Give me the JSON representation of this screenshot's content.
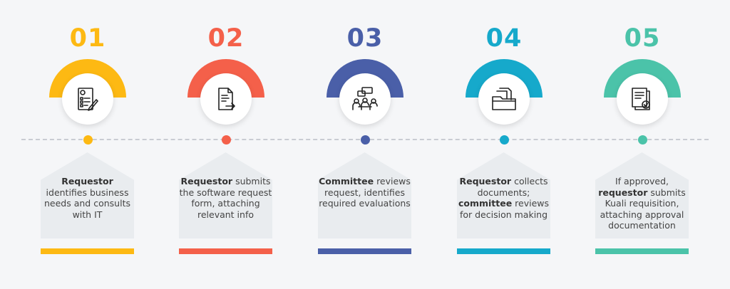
{
  "steps": [
    {
      "number": "01",
      "color": "#fdb913",
      "icon": "checklist-gear-pencil-icon",
      "desc": [
        {
          "text": "Requestor",
          "bold": true
        },
        {
          "text": " identifies business needs and consults with IT",
          "bold": false
        }
      ]
    },
    {
      "number": "02",
      "color": "#f4604a",
      "icon": "document-arrow-icon",
      "desc": [
        {
          "text": "Requestor",
          "bold": true
        },
        {
          "text": " submits the software request form, attaching relevant info",
          "bold": false
        }
      ]
    },
    {
      "number": "03",
      "color": "#4a5fa8",
      "icon": "meeting-chat-icon",
      "desc": [
        {
          "text": "Committee",
          "bold": true
        },
        {
          "text": " reviews request, identifies required evaluations",
          "bold": false
        }
      ]
    },
    {
      "number": "04",
      "color": "#16a9cb",
      "icon": "folder-documents-icon",
      "desc": [
        {
          "text": "Requestor",
          "bold": true
        },
        {
          "text": " collects documents; ",
          "bold": false
        },
        {
          "text": "committee",
          "bold": true
        },
        {
          "text": " reviews for decision making",
          "bold": false
        }
      ]
    },
    {
      "number": "05",
      "color": "#4bc3a9",
      "icon": "approved-documents-icon",
      "desc": [
        {
          "text": "If approved, ",
          "bold": false
        },
        {
          "text": "requestor",
          "bold": true
        },
        {
          "text": " submits Kuali requisition, attaching approval documentation",
          "bold": false
        }
      ]
    }
  ]
}
